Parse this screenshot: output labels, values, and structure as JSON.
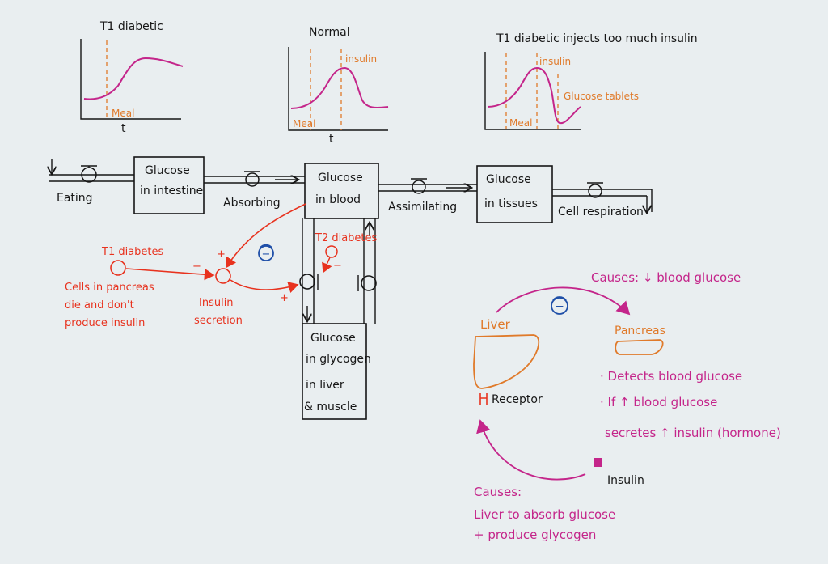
{
  "graphs": [
    {
      "title": "T1 diabetic",
      "meal": "Meal",
      "axis": "t"
    },
    {
      "title": "Normal",
      "meal": "Meal",
      "insulin": "insulin",
      "axis": "t"
    },
    {
      "title": "T1 diabetic injects too much insulin",
      "meal": "Meal",
      "insulin": "insulin",
      "tablets": "Glucose tablets"
    }
  ],
  "stocks": {
    "intestine": [
      "Glucose",
      "in intestine"
    ],
    "blood": [
      "Glucose",
      "in blood"
    ],
    "tissues": [
      "Glucose",
      "in tissues"
    ],
    "glycogen": [
      "Glucose",
      "in glycogen",
      "in liver",
      "& muscle"
    ]
  },
  "flows": {
    "eating": "Eating",
    "absorbing": "Absorbing",
    "assimilating": "Assimilating",
    "respiration": "Cell respiration"
  },
  "feedback": {
    "t1_label": "T1 diabetes",
    "t1_desc": [
      "Cells in pancreas",
      "die and don't",
      "produce insulin"
    ],
    "secretion": [
      "Insulin",
      "secretion"
    ],
    "t2_label": "T2 diabetes",
    "plus": "+",
    "minus": "−",
    "loop_sign": "−"
  },
  "cycle": {
    "causes_top": "Causes: ↓ blood glucose",
    "liver": "Liver",
    "pancreas": "Pancreas",
    "receptor": "Receptor",
    "insulin": "Insulin",
    "pancreas_notes": [
      "· Detects blood glucose",
      "· If ↑ blood glucose",
      "secretes ↑ insulin (hormone)"
    ],
    "causes_bottom": [
      "Causes:",
      "Liver to absorb glucose",
      "+ produce glycogen"
    ],
    "loop_sign": "−"
  },
  "colors": {
    "ink": "#161616",
    "orange": "#e07a2a",
    "red": "#e8321e",
    "magenta": "#c4258a",
    "blue": "#1f4fa8"
  }
}
